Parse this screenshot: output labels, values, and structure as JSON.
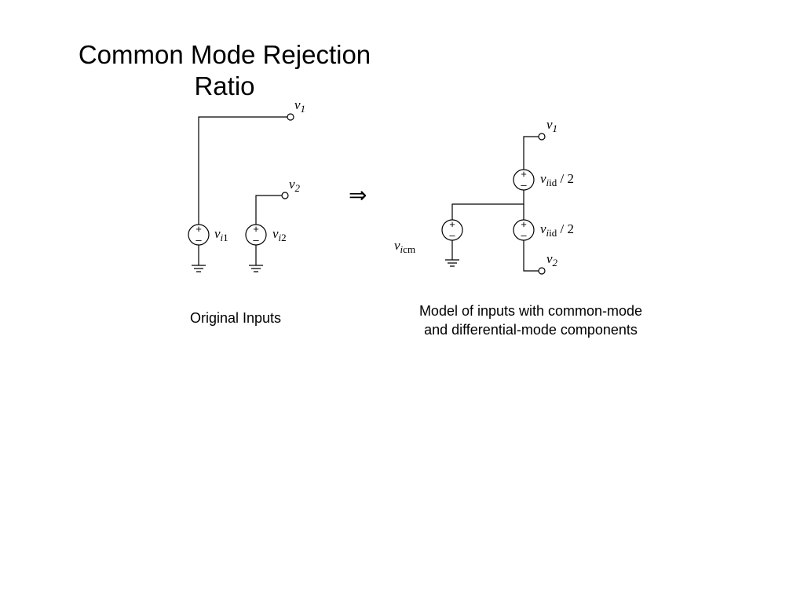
{
  "title": "Common Mode Rejection Ratio",
  "arrow_symbol": "⇒",
  "captions": {
    "original": "Original Inputs",
    "model": "Model of inputs with common-mode and differential-mode components"
  },
  "labels": {
    "v": "v",
    "sub_1": "1",
    "sub_2": "2",
    "sub_i": "i",
    "sub_id": "id",
    "sub_cm": "cm",
    "half": " / 2",
    "plus": "+",
    "minus": "–"
  }
}
